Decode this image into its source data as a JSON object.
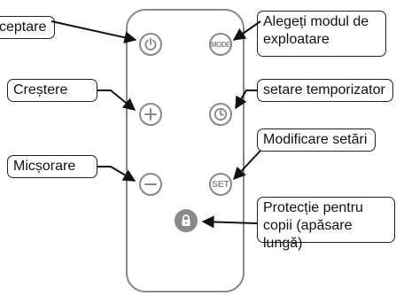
{
  "labels": {
    "accept": "ceptare",
    "mode": "Alegeți modul de exploatare",
    "increase": "Creștere",
    "timer": "setare temporizator",
    "decrease": "Micșorare",
    "settings": "Modificare setări",
    "child_lock": "Protecție pentru copii (apăsare lungă)"
  },
  "buttons": {
    "mode_text": "MODE",
    "set_text": "SET"
  },
  "icons": {
    "power": "power-icon",
    "plus": "plus-icon",
    "minus": "minus-icon",
    "clock": "clock-icon",
    "lock": "lock-icon"
  },
  "colors": {
    "button_outline": "#888888",
    "lock_fill": "#8a8a8a",
    "arrow": "#111111"
  }
}
